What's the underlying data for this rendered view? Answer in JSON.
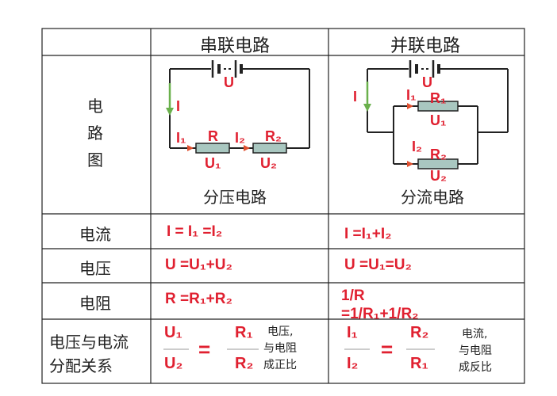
{
  "columns": {
    "series": "串联电路",
    "parallel": "并联电路"
  },
  "rows": {
    "diagram": [
      "电",
      "路",
      "图"
    ],
    "current": "电流",
    "voltage": "电压",
    "resistance": "电阻",
    "distribution": [
      "电压与电流",
      "分配关系"
    ]
  },
  "series": {
    "caption": "分压电路",
    "labels": {
      "U": "U",
      "I": "I",
      "I1": "I₁",
      "I2": "I₂",
      "R": "R",
      "R2": "R₂",
      "U1": "U₁",
      "U2": "U₂"
    },
    "current_formula": "I = I₁ =I₂",
    "voltage_formula": "U =U₁+U₂",
    "resistance_formula": "R =R₁+R₂",
    "ratio": {
      "num_left": "U₁",
      "den_left": "U₂",
      "num_right": "R₁",
      "den_right": "R₂",
      "eq": "="
    },
    "note": [
      "电压,",
      "与电阻",
      "成正比"
    ]
  },
  "parallel": {
    "caption": "分流电路",
    "labels": {
      "U": "U",
      "I": "I",
      "I1": "I₁",
      "I2": "I₂",
      "R1": "R₁",
      "R2": "R₂",
      "U1": "U₁",
      "U2": "U₂"
    },
    "current_formula": "I =I₁+I₂",
    "voltage_formula": "U =U₁=U₂",
    "resistance_formula_line1": "1/R",
    "resistance_formula_line2": "=1/R₁+1/R₂",
    "ratio": {
      "num_left": "I₁",
      "den_left": "I₂",
      "num_right": "R₂",
      "den_right": "R₁",
      "eq": "="
    },
    "note": [
      "电流,",
      "与电阻",
      "成反比"
    ]
  },
  "colors": {
    "red": "#e02030",
    "green": "#6ab04c",
    "resistor": "#a9c7c0",
    "line": "#222222"
  }
}
